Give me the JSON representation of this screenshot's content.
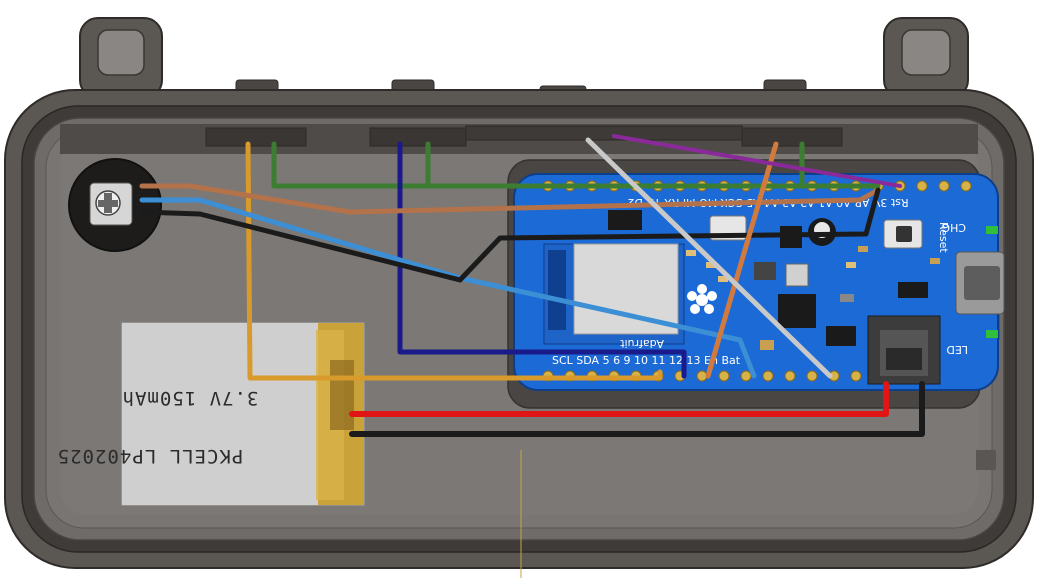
{
  "battery": {
    "model_text": "PKCELL LP402025",
    "spec_text": "3.7V 150mAh"
  },
  "board": {
    "top_pins_text": "Rst 3V AR A0 A1 A2 A3 A4 A5 SCK MO MI RX TX D2",
    "bottom_pins_text": "SCL SDA 5 6 9 10 11 12 13 En Bat",
    "brand_text": "Adafruit",
    "chg_label": "CHG",
    "reset_label": "Reset",
    "led_label": "LED",
    "pin13_label": "13"
  },
  "colors": {
    "case_body": "#5b5753",
    "case_rim": "#3e3a37",
    "case_floor": "#767370",
    "pcb": "#1c6ad6",
    "wire_orange": "#d89a2a",
    "wire_green": "#3d7d32",
    "wire_navy": "#1a1a8a",
    "wire_brown": "#b3724a",
    "wire_blue": "#3c8fd4",
    "wire_black": "#1b1b1b",
    "wire_red": "#e01515",
    "wire_gray": "#c9c9c9",
    "wire_purple": "#8a2a9a"
  },
  "icons": [
    "potentiometer-icon",
    "adafruit-logo-icon",
    "jst-connector-icon",
    "usb-port-icon"
  ]
}
